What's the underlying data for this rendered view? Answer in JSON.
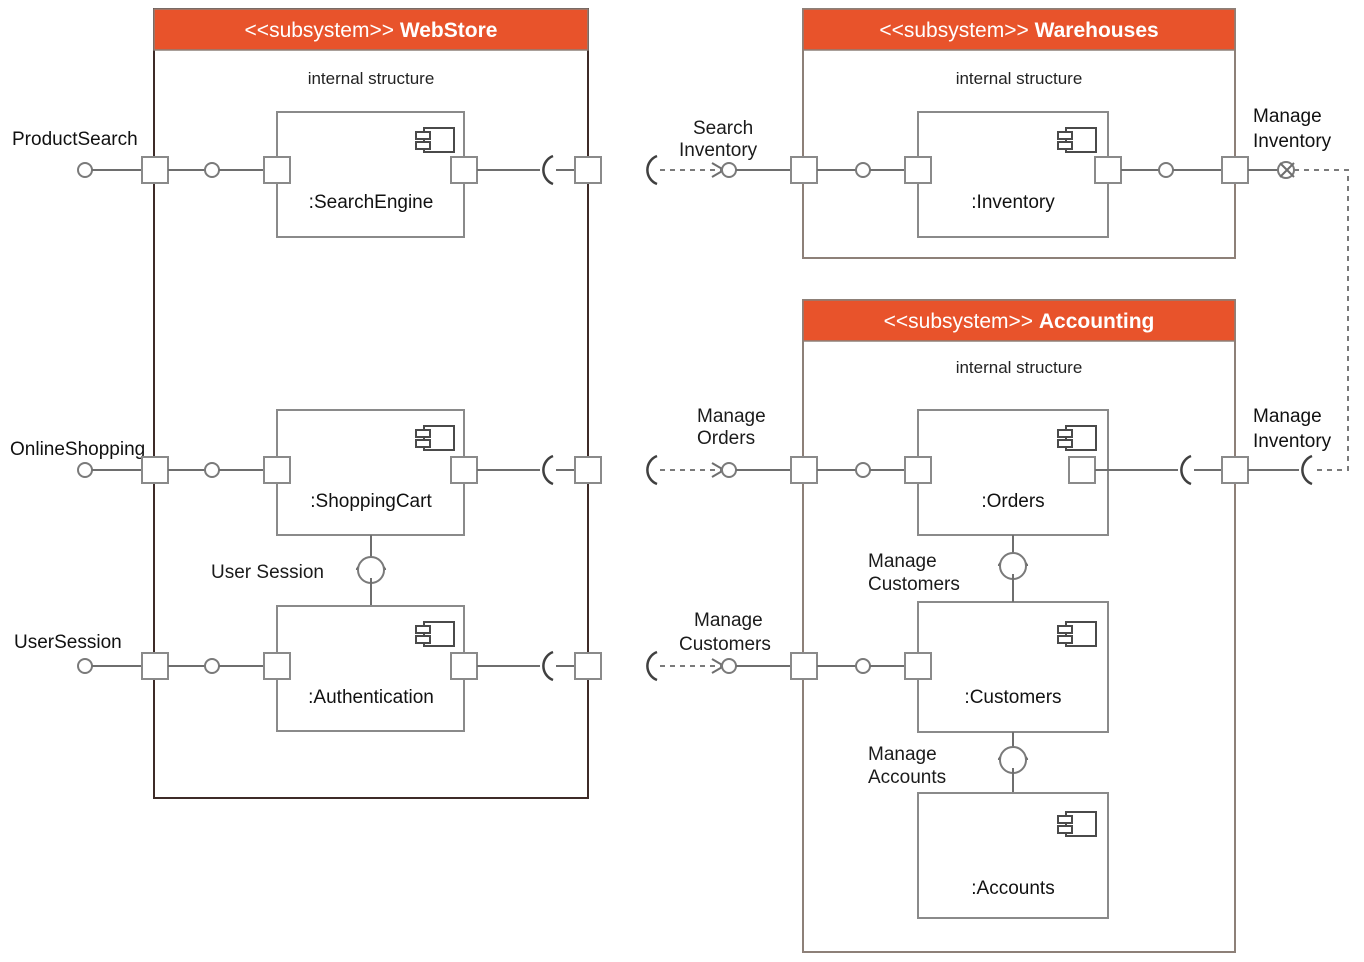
{
  "diagram": {
    "type": "uml-component-diagram",
    "title_stereotype": "<<subsystem>>",
    "internal_structure_label": "internal structure",
    "accent_color": "#E8532B",
    "header_text_color": "#FFFFFF",
    "line_color": "#6E6E6E",
    "component_stroke": "#8A8A8A"
  },
  "subsystems": [
    {
      "id": "webstore",
      "stereotype": "<<subsystem>>",
      "name": "WebStore",
      "internal_label": "internal structure",
      "components": [
        {
          "name": ":SearchEngine"
        },
        {
          "name": ":ShoppingCart"
        },
        {
          "name": ":Authentication"
        }
      ],
      "internal_interfaces": [
        {
          "name": "User Session"
        }
      ]
    },
    {
      "id": "warehouses",
      "stereotype": "<<subsystem>>",
      "name": "Warehouses",
      "internal_label": "internal structure",
      "components": [
        {
          "name": ":Inventory"
        }
      ],
      "internal_interfaces": []
    },
    {
      "id": "accounting",
      "stereotype": "<<subsystem>>",
      "name": "Accounting",
      "internal_label": "internal structure",
      "components": [
        {
          "name": ":Orders"
        },
        {
          "name": ":Customers"
        },
        {
          "name": ":Accounts"
        }
      ],
      "internal_interfaces": [
        {
          "name": "Manage Customers",
          "line1": "Manage",
          "line2": "Customers"
        },
        {
          "name": "Manage Accounts",
          "line1": "Manage",
          "line2": "Accounts"
        }
      ]
    }
  ],
  "external_ports": [
    {
      "name": "ProductSearch"
    },
    {
      "name": "OnlineShopping"
    },
    {
      "name": "UserSession"
    }
  ],
  "assembly_connectors": [
    {
      "name": "Search Inventory",
      "line1": "Search",
      "line2": "Inventory",
      "from": "WebStore",
      "to": "Warehouses"
    },
    {
      "name": "Manage Orders",
      "line1": "Manage",
      "line2": "Orders",
      "from": "WebStore",
      "to": "Accounting"
    },
    {
      "name": "Manage Customers",
      "line1": "Manage",
      "line2": "Customers",
      "from": "WebStore",
      "to": "Accounting"
    },
    {
      "name": "Manage Inventory",
      "line1": "Manage",
      "line2": "Inventory",
      "from": "Warehouses",
      "to": "Accounting",
      "position": "top-right"
    },
    {
      "name": "Manage Inventory",
      "line1": "Manage",
      "line2": "Inventory",
      "from": "Warehouses",
      "to": "Accounting",
      "position": "mid-right"
    }
  ]
}
